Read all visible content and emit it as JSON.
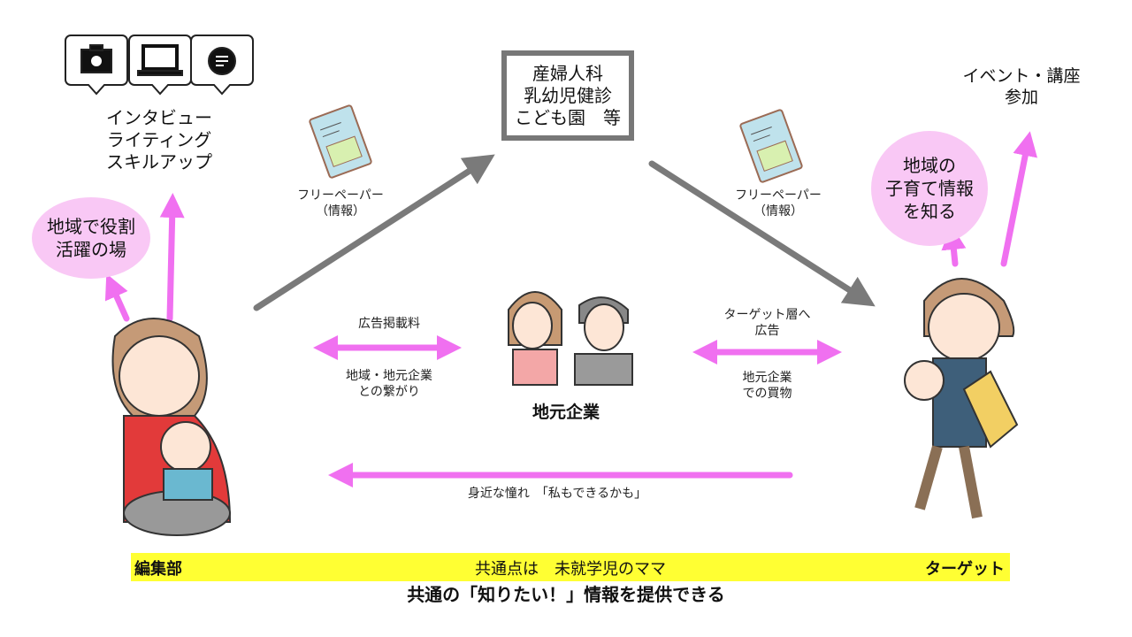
{
  "editorial": {
    "icons": [
      "camera-icon",
      "laptop-icon",
      "chat-icon"
    ],
    "skills": [
      "インタビュー",
      "ライティング",
      "スキルアップ"
    ],
    "bubble": [
      "地域で役割",
      "活躍の場"
    ]
  },
  "institutions": [
    "産婦人科",
    "乳幼児健診",
    "こども園　等"
  ],
  "freepaper_left": [
    "フリーペーパー",
    "（情報）"
  ],
  "freepaper_right": [
    "フリーペーパー",
    "（情報）"
  ],
  "target": {
    "event": [
      "イベント・講座",
      "参加"
    ],
    "bubble": [
      "地域の",
      "子育て情報",
      "を知る"
    ]
  },
  "left_link": {
    "top": "広告掲載料",
    "bottom": [
      "地域・地元企業",
      "との繋がり"
    ]
  },
  "right_link": {
    "top": [
      "ターゲット層へ",
      "広告"
    ],
    "bottom": [
      "地元企業",
      "での買物"
    ]
  },
  "company_label": "地元企業",
  "aspiration": "身近な憧れ　「私もできるかも」",
  "bar": {
    "left": "編集部",
    "center": "共通点は　未就学児のママ",
    "right": "ターゲット"
  },
  "footer": "共通の「知りたい！」情報を提供できる",
  "colors": {
    "pink_arrow": "#f070f0",
    "gray_arrow": "#7a7a7a",
    "bubble": "#f9c8f5",
    "bar": "#ffff33"
  }
}
